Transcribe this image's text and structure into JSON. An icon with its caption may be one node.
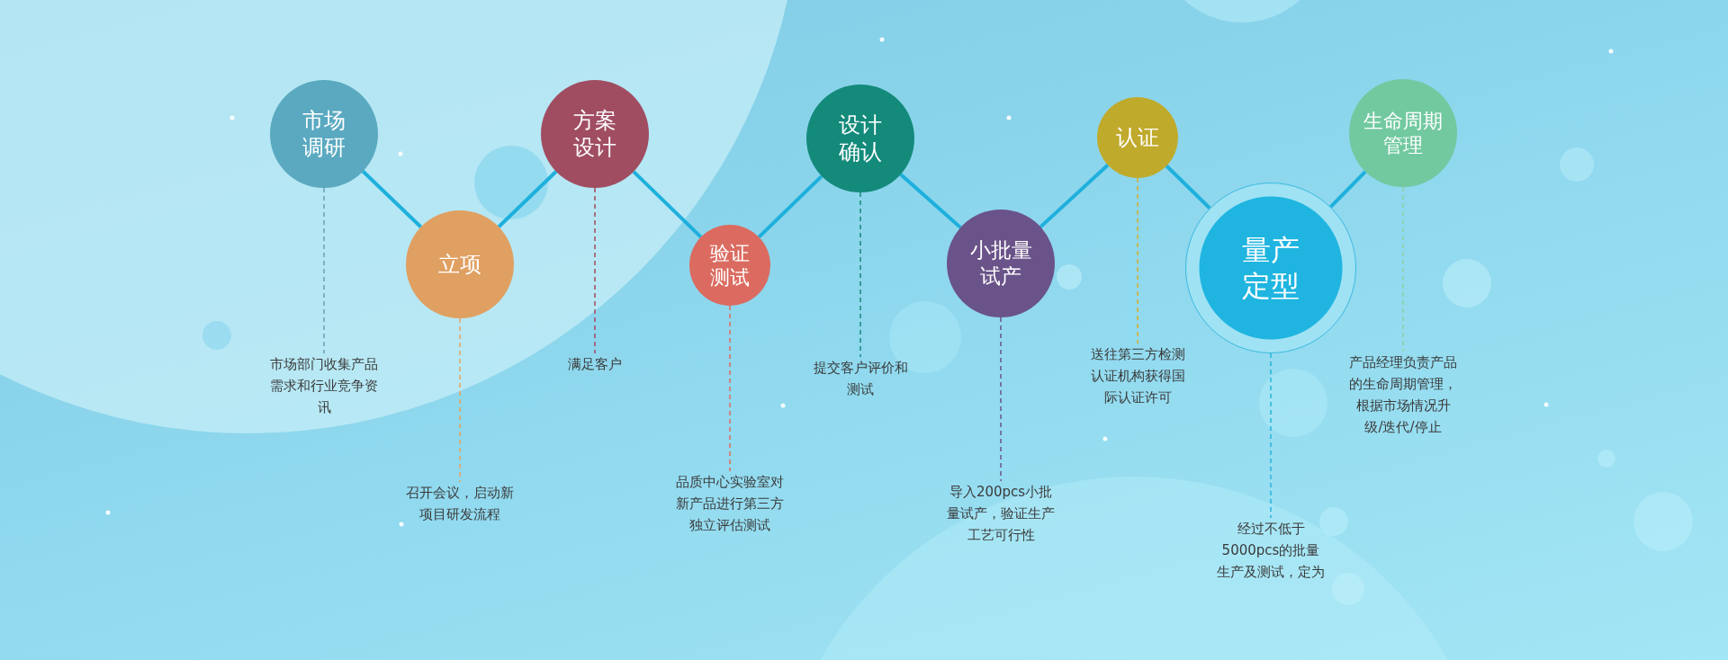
{
  "diagram": {
    "nodes": [
      {
        "text": [
          "市场调研"
        ]
      },
      {
        "text": [
          "立项"
        ]
      },
      {
        "text": [
          "方案设计"
        ]
      },
      {
        "text": [
          "验证测试"
        ]
      },
      {
        "text": [
          "设计确认"
        ]
      },
      {
        "text": [
          "小批量试产"
        ]
      },
      {
        "text": [
          "认证"
        ]
      },
      {
        "text": [
          "量产定型"
        ]
      },
      {
        "text": [
          "生命周期管理"
        ]
      },
      {
        "text": [
          "市场部门收集产品需求和行业竞争资讯"
        ]
      },
      {
        "text": [
          "召开会议，启动新项目研发流程"
        ]
      },
      {
        "text": [
          "满足客户"
        ]
      },
      {
        "text": [
          "品质中心实验室对新产品进行第三方独立评估测试"
        ]
      },
      {
        "text": [
          "提交客户评价和测试"
        ]
      },
      {
        "text": [
          "导入200pcs小批量试产，验证生产工艺可行性"
        ]
      },
      {
        "text": [
          "送往第三方检测认证机构获得国际认证许可"
        ]
      },
      {
        "text": [
          "经过不低于5000pcs的批量生产及测试，定为"
        ]
      },
      {
        "text": [
          "产品经理负责产品的生命周期管理，根据市场情况升级/迭代/停止"
        ]
      }
    ],
    "edges": [
      {
        "from": 0,
        "to": 1,
        "arrow": "none"
      },
      {
        "from": 1,
        "to": 2,
        "arrow": "none"
      },
      {
        "from": 2,
        "to": 3,
        "arrow": "none"
      },
      {
        "from": 3,
        "to": 4,
        "arrow": "none"
      },
      {
        "from": 4,
        "to": 5,
        "arrow": "none"
      },
      {
        "from": 5,
        "to": 6,
        "arrow": "none"
      },
      {
        "from": 6,
        "to": 7,
        "arrow": "none"
      },
      {
        "from": 7,
        "to": 8,
        "arrow": "none"
      },
      {
        "from": 0,
        "to": 9,
        "arrow": "none",
        "style": "dashed",
        "color": "#6f9fb3"
      },
      {
        "from": 1,
        "to": 10,
        "arrow": "none",
        "style": "dashed",
        "color": "#e9a25a"
      },
      {
        "from": 2,
        "to": 11,
        "arrow": "none",
        "style": "dashed",
        "color": "#a5485e"
      },
      {
        "from": 3,
        "to": 12,
        "arrow": "none",
        "style": "dashed",
        "color": "#e26a5c"
      },
      {
        "from": 4,
        "to": 13,
        "arrow": "none",
        "style": "dashed",
        "color": "#138a7a"
      },
      {
        "from": 5,
        "to": 14,
        "arrow": "none",
        "style": "dashed",
        "color": "#6a5389"
      },
      {
        "from": 6,
        "to": 15,
        "arrow": "none",
        "style": "dashed",
        "color": "#d0b030"
      },
      {
        "from": 7,
        "to": 16,
        "arrow": "none",
        "style": "dashed",
        "color": "#29b3dc"
      },
      {
        "from": 8,
        "to": 17,
        "arrow": "none",
        "style": "dashed",
        "color": "#8fcf9f"
      }
    ]
  }
}
